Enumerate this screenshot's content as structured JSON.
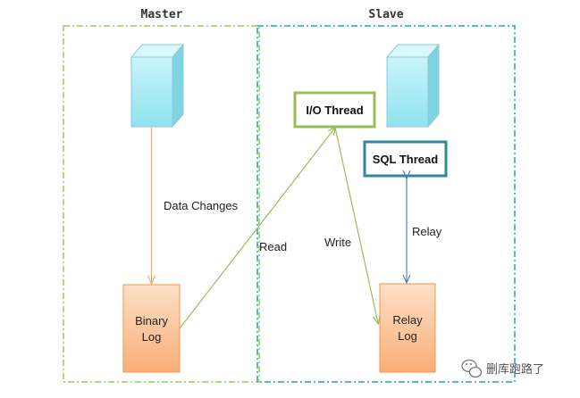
{
  "master": {
    "title": "Master"
  },
  "slave": {
    "title": "Slave"
  },
  "binary_log": {
    "line1": "Binary",
    "line2": "Log"
  },
  "relay_log": {
    "line1": "Relay",
    "line2": "Log"
  },
  "io_thread": {
    "label": "I/O Thread",
    "border_color": "#9bbb59"
  },
  "sql_thread": {
    "label": "SQL Thread",
    "border_color": "#31859c"
  },
  "edges": {
    "data_changes": "Data Changes",
    "read": "Read",
    "write": "Write",
    "relay": "Relay"
  },
  "colors": {
    "master_border": "#92d050",
    "slave_border": "#1fa0c8",
    "server_fill": "#a6ebf5",
    "log_fill": "#fbc49b",
    "data_changes_arrow": "#f4a460",
    "read_write_arrow": "#9bbb59",
    "relay_arrow": "#4f81bd"
  },
  "watermark": {
    "text": "删库跑路了",
    "icon": "wechat-icon"
  }
}
